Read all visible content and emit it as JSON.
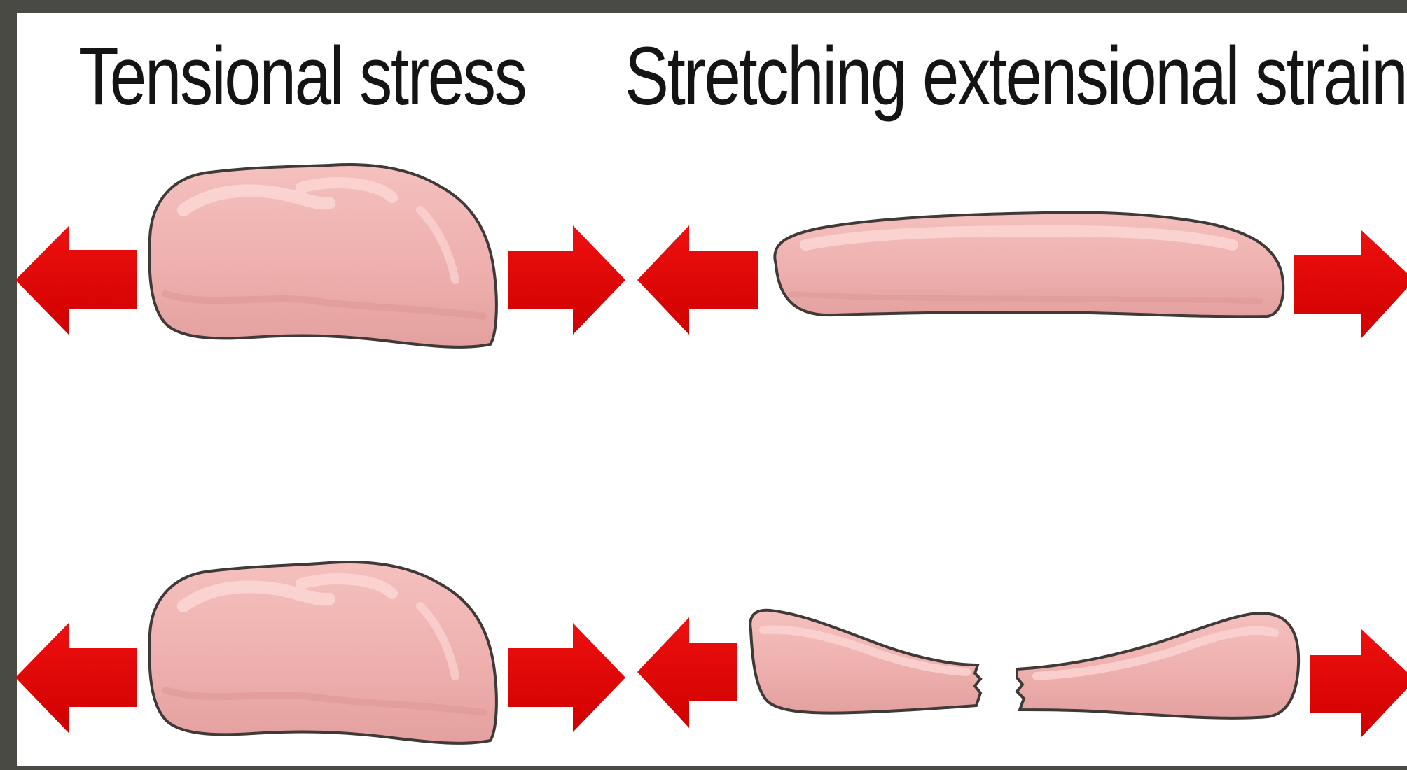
{
  "headings": {
    "left": "Tensional stress",
    "right": "Stretching extensional strain"
  },
  "colors": {
    "frame": "#4a4a44",
    "panel": "#ffffff",
    "arrow": "#e10000",
    "arrow_dark": "#b80000",
    "tissue": "#eeb0ae",
    "tissue_highlight": "#fbd3d1",
    "tissue_shade": "#d9908e",
    "outline": "#3f3a38"
  },
  "rows": [
    {
      "left": "intact-block",
      "right": "elongated-tissue"
    },
    {
      "left": "intact-block",
      "right": "ruptured-tissue"
    }
  ]
}
